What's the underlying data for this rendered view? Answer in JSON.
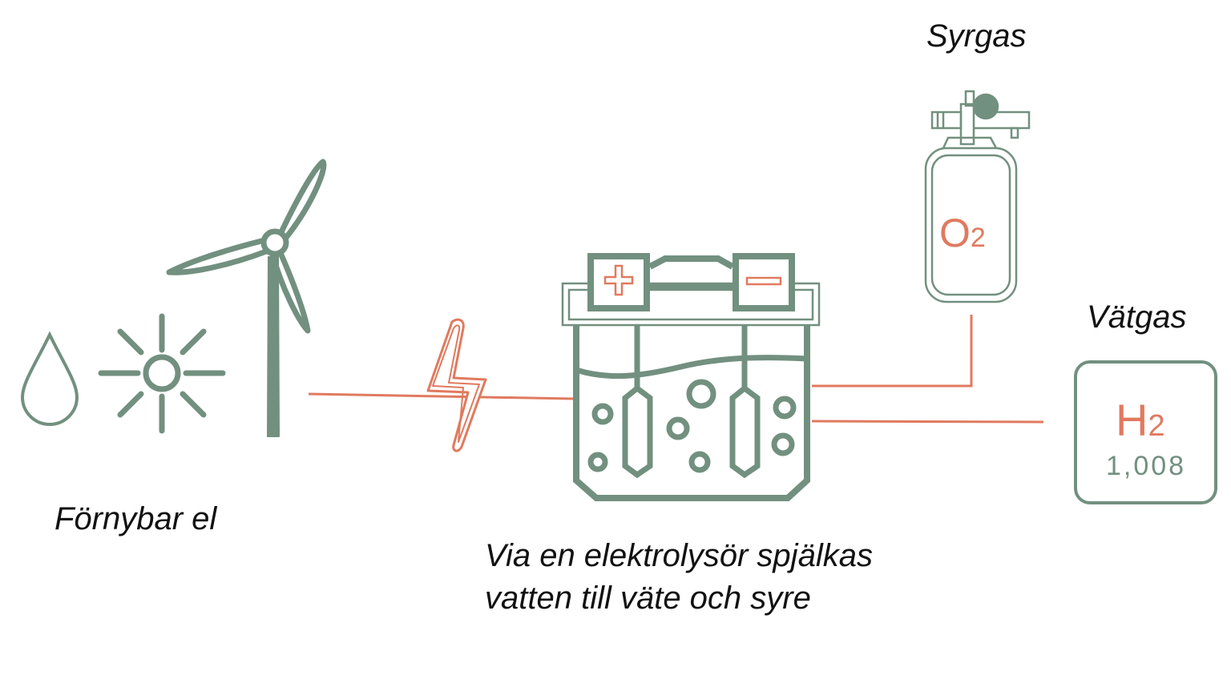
{
  "labels": {
    "oxygen": "Syrgas",
    "hydrogen": "Vätgas",
    "renewable": "Förnybar el",
    "caption_line1": "Via en elektrolysör spjälkas",
    "caption_line2": "vatten till väte och syre"
  },
  "oxygen_tank": {
    "symbol": "O",
    "subscript": "2"
  },
  "hydrogen_card": {
    "symbol": "H",
    "subscript": "2",
    "mass": "1,008"
  },
  "electrolyzer": {
    "positive": "+",
    "negative": "−"
  },
  "colors": {
    "green": "#72907f",
    "orange": "#e07a5f",
    "text": "#111111"
  },
  "icons": [
    "water-drop-icon",
    "sun-icon",
    "wind-turbine-icon",
    "lightning-icon",
    "electrolyzer-icon",
    "oxygen-tank-icon",
    "hydrogen-element-icon"
  ]
}
